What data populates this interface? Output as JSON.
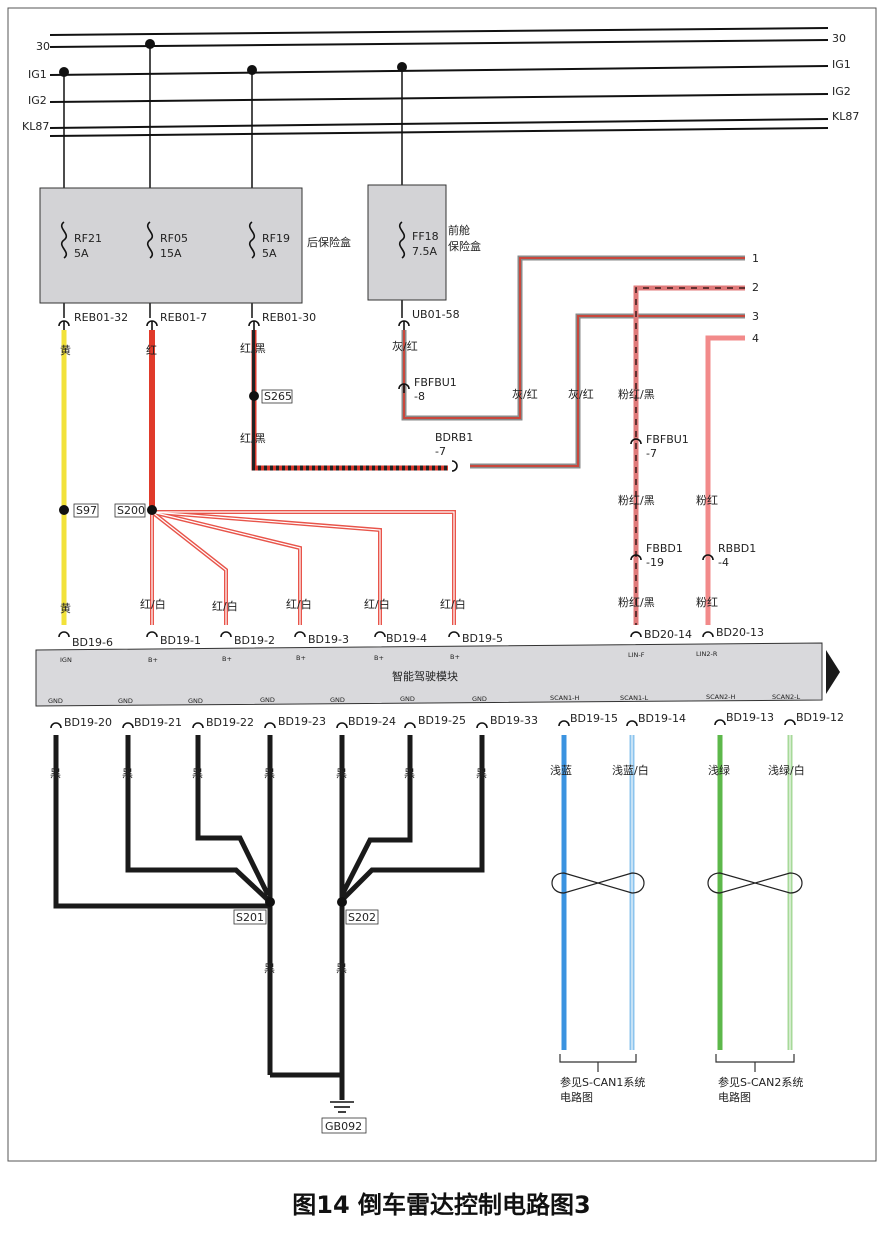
{
  "caption": "图14  倒车雷达控制电路图3",
  "buses": {
    "b30": "30",
    "ig1": "IG1",
    "ig2": "IG2",
    "kl87": "KL87"
  },
  "rear_box": {
    "label": "后保险盒",
    "fuses": [
      {
        "id": "RF21",
        "rating": "5A"
      },
      {
        "id": "RF05",
        "rating": "15A"
      },
      {
        "id": "RF19",
        "rating": "5A"
      }
    ]
  },
  "front_box": {
    "label_line1": "前舱",
    "label_line2": "保险盒",
    "fuse": {
      "id": "FF18",
      "rating": "7.5A"
    }
  },
  "connectors": {
    "reb01_32": "REB01-32",
    "reb01_7": "REB01-7",
    "reb01_30": "REB01-30",
    "ub01_58": "UB01-58",
    "fbfbu1_8_a": "FBFBU1",
    "fbfbu1_8_b": "-8",
    "bdrb1_7_a": "BDRB1",
    "bdrb1_7_b": "-7",
    "fbfbu1_7_a": "FBFBU1",
    "fbfbu1_7_b": "-7",
    "fbbd1_19_a": "FBBD1",
    "fbbd1_19_b": "-19",
    "rbbd1_4_a": "RBBD1",
    "rbbd1_4_b": "-4"
  },
  "splices": {
    "s265": "S265",
    "s97": "S97",
    "s200": "S200",
    "s201": "S201",
    "s202": "S202"
  },
  "wire_colors": {
    "yellow": "黄",
    "red": "红",
    "red_black": "红/黑",
    "grey_red": "灰/红",
    "pink_black": "粉红/黑",
    "pink": "粉红",
    "red_white": "红/白",
    "black": "黑",
    "light_blue": "浅蓝",
    "light_blue_white": "浅蓝/白",
    "light_green": "浅绿",
    "light_green_white": "浅绿/白"
  },
  "numbered_ends": [
    "1",
    "2",
    "3",
    "4"
  ],
  "module": {
    "name": "智能驾驶模块",
    "top_pins": [
      {
        "conn": "BD19-6",
        "func": "IGN"
      },
      {
        "conn": "BD19-1",
        "func": "B+"
      },
      {
        "conn": "BD19-2",
        "func": "B+"
      },
      {
        "conn": "BD19-3",
        "func": "B+"
      },
      {
        "conn": "BD19-4",
        "func": "B+"
      },
      {
        "conn": "BD19-5",
        "func": "B+"
      },
      {
        "conn": "BD20-14",
        "func": "LIN-F"
      },
      {
        "conn": "BD20-13",
        "func": "LIN2-R"
      }
    ],
    "bottom_pins": [
      {
        "conn": "BD19-20",
        "func": "GND"
      },
      {
        "conn": "BD19-21",
        "func": "GND"
      },
      {
        "conn": "BD19-22",
        "func": "GND"
      },
      {
        "conn": "BD19-23",
        "func": "GND"
      },
      {
        "conn": "BD19-24",
        "func": "GND"
      },
      {
        "conn": "BD19-25",
        "func": "GND"
      },
      {
        "conn": "BD19-33",
        "func": "GND"
      },
      {
        "conn": "BD19-15",
        "func": "SCAN1-H"
      },
      {
        "conn": "BD19-14",
        "func": "SCAN1-L"
      },
      {
        "conn": "BD19-13",
        "func": "SCAN2-H"
      },
      {
        "conn": "BD19-12",
        "func": "SCAN2-L"
      }
    ]
  },
  "ground": "GB092",
  "see_also": [
    {
      "line1": "参见S-CAN1系统",
      "line2": "电路图"
    },
    {
      "line1": "参见S-CAN2系统",
      "line2": "电路图"
    }
  ],
  "palette": {
    "yellow": "#f2e23a",
    "red": "#e03a2a",
    "red_white": "#e8544a",
    "black": "#1a1a1a",
    "grey": "#8a8a8a",
    "pink": "#f08a8a",
    "light_blue": "#3b93e0",
    "light_green": "#5db84a",
    "box_fill": "#d3d3d6",
    "module_fill": "#d9d9dc"
  }
}
